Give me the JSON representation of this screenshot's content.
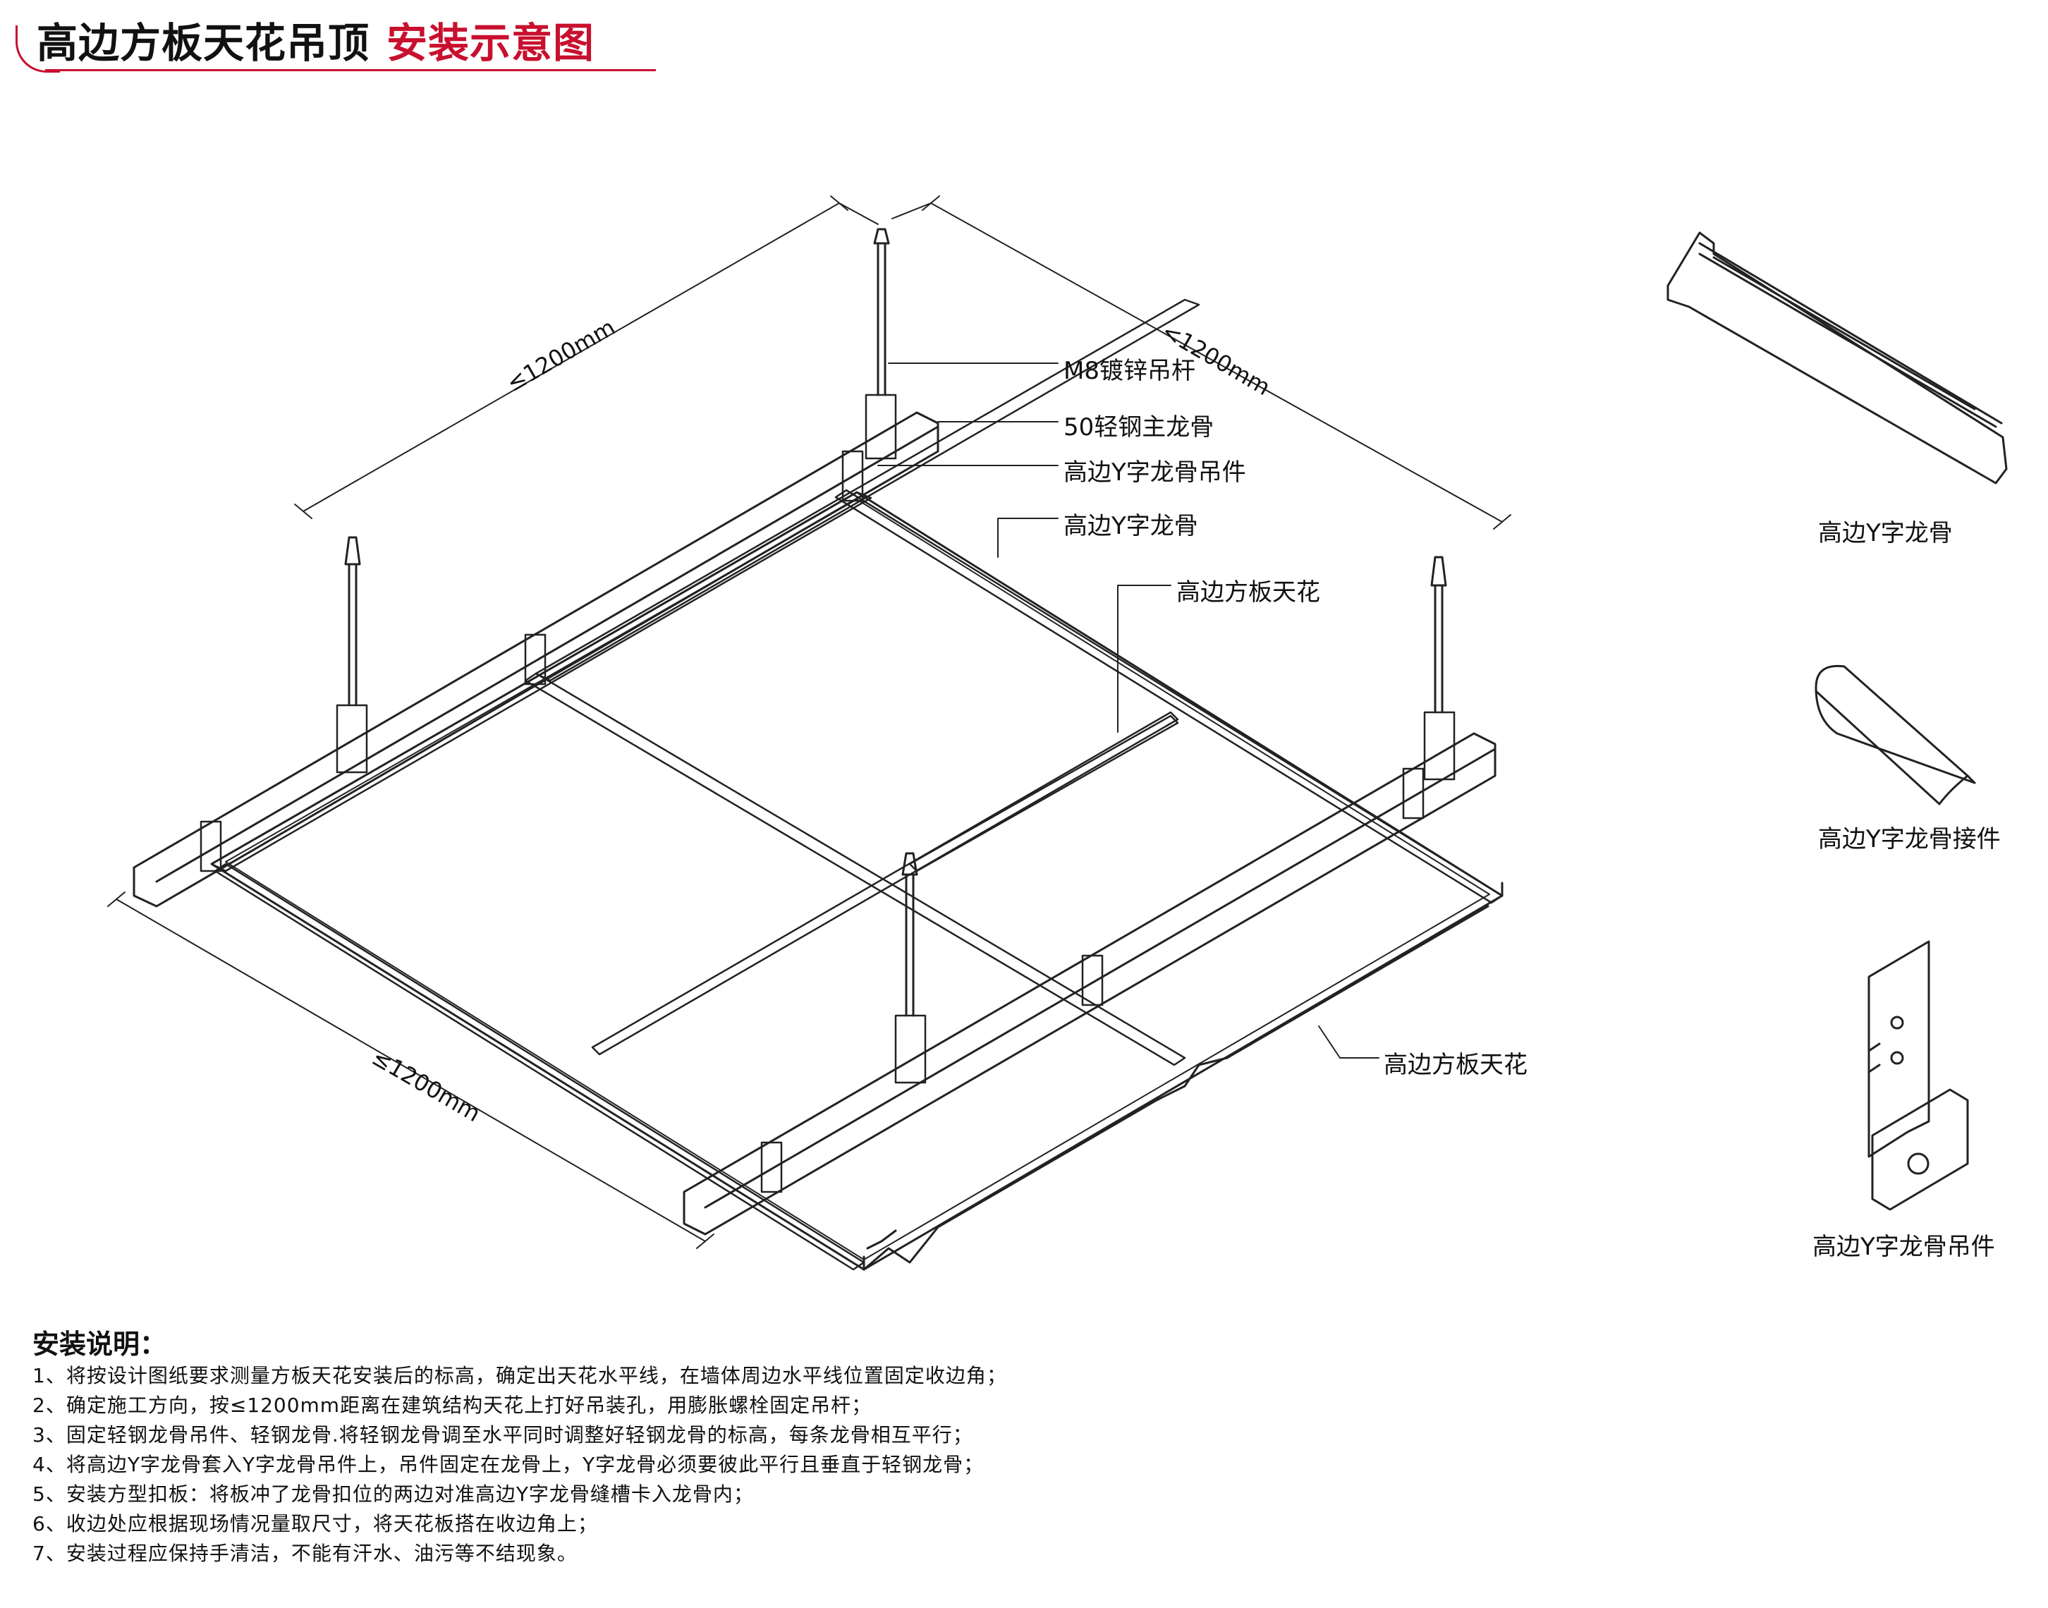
{
  "title": {
    "main": "高边方板天花吊顶",
    "accent": "安装示意图"
  },
  "dimensions": {
    "d1": "≤1200mm",
    "d2": "<1200mm",
    "d3": "≤1200mm"
  },
  "labels": {
    "rod": "M8镀锌吊杆",
    "main_keel": "50轻钢主龙骨",
    "hanger": "高边Y字龙骨吊件",
    "y_keel": "高边Y字龙骨",
    "panel_top": "高边方板天花",
    "panel_bottom": "高边方板天花"
  },
  "parts": {
    "part1": "高边Y字龙骨",
    "part2": "高边Y字龙骨接件",
    "part3": "高边Y字龙骨吊件"
  },
  "instructions": {
    "title": "安装说明：",
    "steps": [
      "1、将按设计图纸要求测量方板天花安装后的标高，确定出天花水平线，在墙体周边水平线位置固定收边角；",
      "2、确定施工方向，按≤1200mm距离在建筑结构天花上打好吊装孔，用膨胀螺栓固定吊杆；",
      "3、固定轻钢龙骨吊件、轻钢龙骨.将轻钢龙骨调至水平同时调整好轻钢龙骨的标高，每条龙骨相互平行；",
      "4、将高边Y字龙骨套入Y字龙骨吊件上，吊件固定在龙骨上，Y字龙骨必须要彼此平行且垂直于轻钢龙骨；",
      "5、安装方型扣板：将板冲了龙骨扣位的两边对准高边Y字龙骨缝槽卡入龙骨内；",
      "6、收边处应根据现场情况量取尺寸，将天花板搭在收边角上；",
      "7、安装过程应保持手清洁，不能有汗水、油污等不结现象。"
    ]
  }
}
